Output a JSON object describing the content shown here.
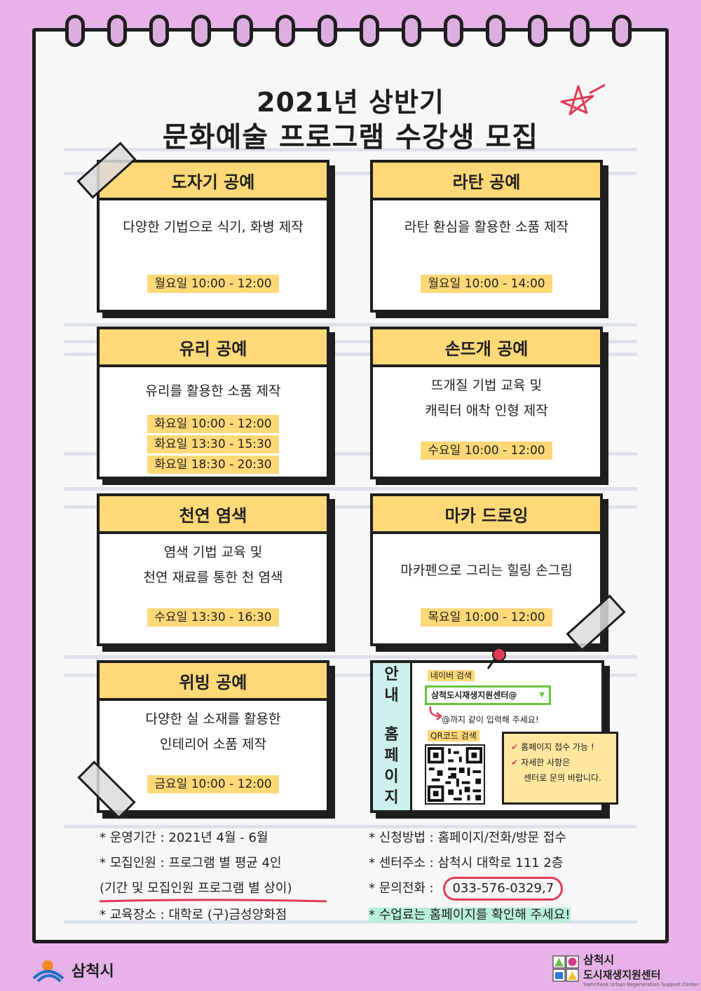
{
  "poster": {
    "title_line1": "2021년 상반기",
    "title_line2": "문화예술 프로그램 수강생 모집"
  },
  "programs": [
    {
      "name": "도자기 공예",
      "desc": [
        "다양한 기법으로 식기, 화병 제작"
      ],
      "times": [
        "월요일 10:00 - 12:00"
      ]
    },
    {
      "name": "라탄 공예",
      "desc": [
        "라탄 환심을 활용한 소품 제작"
      ],
      "times": [
        "월요일 10:00 - 14:00"
      ]
    },
    {
      "name": "유리 공예",
      "desc": [
        "유리를 활용한 소품 제작"
      ],
      "times": [
        "화요일 10:00 - 12:00",
        "화요일 13:30 - 15:30",
        "화요일 18:30 - 20:30"
      ]
    },
    {
      "name": "손뜨개 공예",
      "desc": [
        "뜨개질 기법 교육 및",
        "캐릭터 애착 인형 제작"
      ],
      "times": [
        "수요일 10:00 - 12:00"
      ]
    },
    {
      "name": "천연 염색",
      "desc": [
        "염색 기법 교육 및",
        "천연 재료를 통한 천 염색"
      ],
      "times": [
        "수요일 13:30 - 16:30"
      ]
    },
    {
      "name": "마카 드로잉",
      "desc": [
        "마카펜으로 그리는 힐링 손그림"
      ],
      "times": [
        "목요일 10:00 - 12:00"
      ]
    },
    {
      "name": "위빙 공예",
      "desc": [
        "다양한 실 소재를 활용한",
        "인테리어 소품 제작"
      ],
      "times": [
        "금요일 10:00 - 12:00"
      ]
    }
  ],
  "guide": {
    "side_top": [
      "안",
      "내"
    ],
    "side_bottom": [
      "홈",
      "페",
      "이",
      "지"
    ],
    "naver_label": "네이버 검색",
    "search_value": "삼척도시재생지원센터@",
    "hint": "@까지 같이 입력해 주세요!",
    "qr_label": "QR코드 검색",
    "note_line1": "홈페이지 접수 가능 !",
    "note_line2": "자세한 사항은",
    "note_line3": "센터로 문의 바랍니다."
  },
  "info": {
    "period": "* 운영기간 : 2021년 4월 - 6월",
    "recruit": "* 모집인원 : 프로그램 별 평균 4인",
    "note": "(기간 및 모집인원 프로그램 별 상이)",
    "place": "* 교육장소 : 대학로 (구)금성양화점",
    "apply": "* 신청방법 : 홈페이지/전화/방문 접수",
    "address": "* 센터주소 : 삼척시 대학로 111 2층",
    "phone_prefix": "* 문의전화 :",
    "phone": "033-576-0329,7",
    "fee": "* 수업료는 홈페이지를 확인해 주세요!"
  },
  "logos": {
    "left": "삼척시",
    "right_line1": "삼척시",
    "right_line2": "도시재생지원센터",
    "right_sub": "Samcheok Urban Regeneration Support Center"
  },
  "colors": {
    "background": "#e6b2e8",
    "card_header": "#ffd877",
    "mint": "#cdf1ec",
    "accent": "#e23b55"
  }
}
